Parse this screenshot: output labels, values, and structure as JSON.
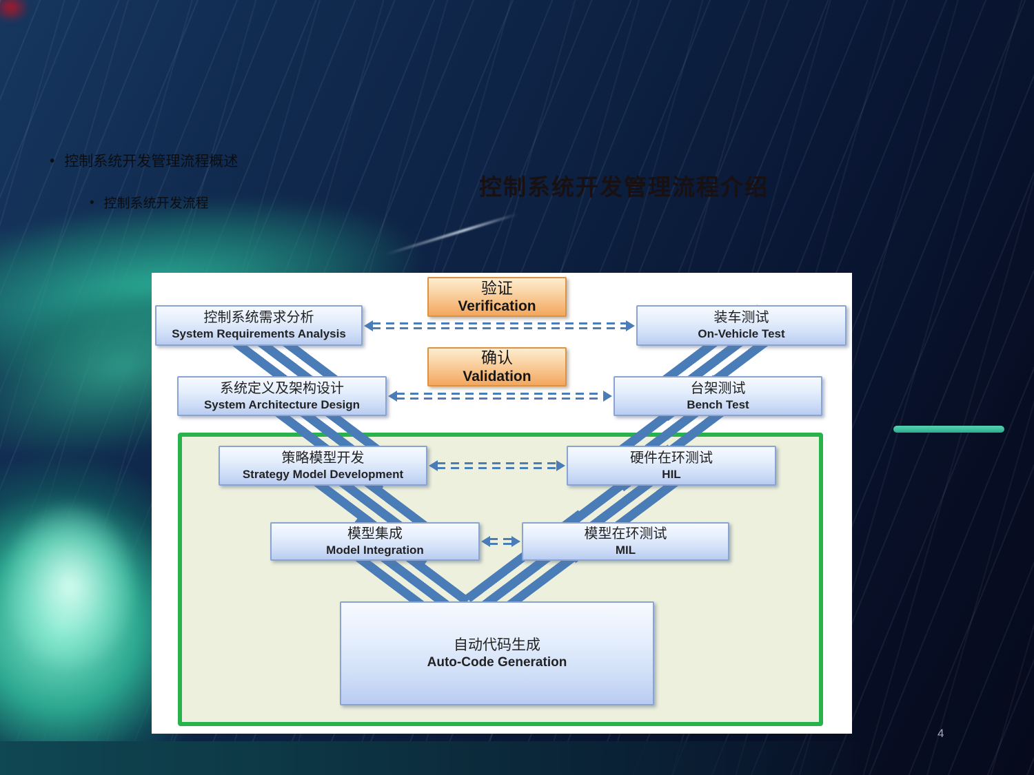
{
  "slide": {
    "bullet_marker": "•",
    "bullets": [
      {
        "label": "控制系统开发管理流程概述"
      },
      {
        "label": "控制系统开发流程"
      }
    ],
    "title": "控制系统开发管理流程介绍",
    "page_number": "4"
  },
  "diagram": {
    "left_boxes": [
      {
        "zh": "控制系统需求分析",
        "en": "System Requirements Analysis"
      },
      {
        "zh": "系统定义及架构设计",
        "en": "System Architecture Design"
      },
      {
        "zh": "策略模型开发",
        "en": "Strategy Model Development"
      },
      {
        "zh": "模型集成",
        "en": "Model Integration"
      }
    ],
    "right_boxes": [
      {
        "zh": "装车测试",
        "en": "On-Vehicle Test"
      },
      {
        "zh": "台架测试",
        "en": "Bench Test"
      },
      {
        "zh": "硬件在环测试",
        "en": "HIL"
      },
      {
        "zh": "模型在环测试",
        "en": "MIL"
      }
    ],
    "bottom_box": {
      "zh": "自动代码生成",
      "en": "Auto-Code Generation"
    },
    "labels": [
      {
        "zh": "验证",
        "en": "Verification"
      },
      {
        "zh": "确认",
        "en": "Validation"
      }
    ],
    "colors": {
      "stripe": "#4a7cb8",
      "arrow": "#4a7cb8",
      "box_border": "#89a4d2",
      "box_fill_bottom": "#b9ccf1",
      "orange_border": "#db9242",
      "orange_fill_bottom": "#f3a75e",
      "green_frame": "#28b24b",
      "green_fill": "#edf0dc",
      "accent_line": "#3cbd9c"
    }
  }
}
